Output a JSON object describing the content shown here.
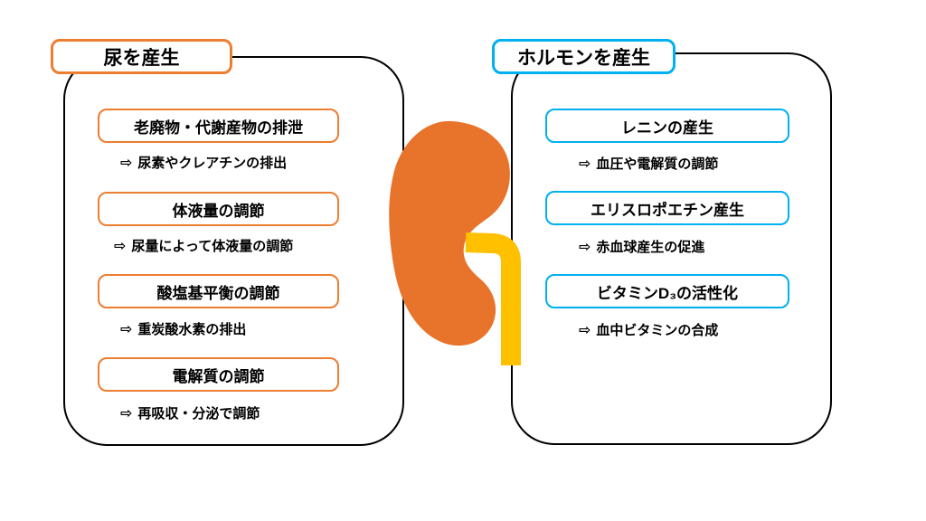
{
  "left_panel": {
    "title": "尿を産生",
    "items": [
      {
        "arrow": "⇨",
        "label": "老廃物・代謝産物の排泄",
        "detail": "尿素やクレアチンの排出"
      },
      {
        "arrow": "⇨",
        "label": "体液量の調節",
        "detail": "尿量によって体液量の調節"
      },
      {
        "arrow": "⇨",
        "label": "酸塩基平衡の調節",
        "detail": "重炭酸水素の排出"
      },
      {
        "arrow": "⇨",
        "label": "電解質の調節",
        "detail": "再吸収・分泌で調節"
      }
    ]
  },
  "right_panel": {
    "title": "ホルモンを産生",
    "items": [
      {
        "arrow": "⇨",
        "label": "レニンの産生",
        "detail": "血圧や電解質の調節"
      },
      {
        "arrow": "⇨",
        "label": "エリスロポエチン産生",
        "detail": "赤血球産生の促進"
      },
      {
        "arrow": "⇨",
        "label": "ビタミンD₃の活性化",
        "detail": "血中ビタミンの合成"
      }
    ]
  },
  "illustration": {
    "name": "kidney-with-ureter"
  },
  "colors": {
    "left_accent": "#ED7D31",
    "right_accent": "#00B0F0",
    "kidney": "#E8742C",
    "ureter": "#FFC000",
    "outline": "#000000",
    "background": "#FFFFFF"
  }
}
